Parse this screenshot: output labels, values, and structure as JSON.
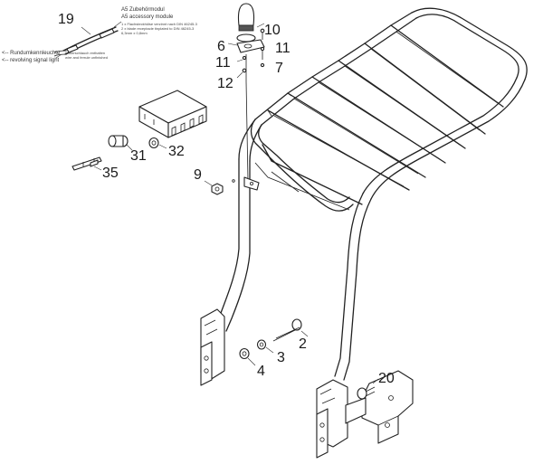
{
  "callouts": [
    {
      "id": "n19",
      "text": "19"
    },
    {
      "id": "n10",
      "text": "10"
    },
    {
      "id": "n6",
      "text": "6"
    },
    {
      "id": "n11a",
      "text": "11"
    },
    {
      "id": "n11b",
      "text": "11"
    },
    {
      "id": "n7",
      "text": "7"
    },
    {
      "id": "n12",
      "text": "12"
    },
    {
      "id": "n31",
      "text": "31"
    },
    {
      "id": "n32",
      "text": "32"
    },
    {
      "id": "n35",
      "text": "35"
    },
    {
      "id": "n9",
      "text": "9"
    },
    {
      "id": "n2",
      "text": "2"
    },
    {
      "id": "n3",
      "text": "3"
    },
    {
      "id": "n4",
      "text": "4"
    },
    {
      "id": "n20",
      "text": "20"
    }
  ],
  "cable_notes": {
    "module_de": "A5 Zubehörmodul",
    "module_en": "A5 accessory module",
    "spec_lines": [
      "1 x Flachsteckhülse verzinnt nach DIN 46245-3",
      "2 x blade receptacle tinplated to DIN 46245-3",
      "6,3mm x 0,8mm"
    ],
    "insulation_de": "Isolierschlauch enthalten",
    "insulation_en": "wire and ferrule unfinished",
    "light_de": "<-- Rundumkennleuchte",
    "light_en": "<-- revolving signal light"
  }
}
